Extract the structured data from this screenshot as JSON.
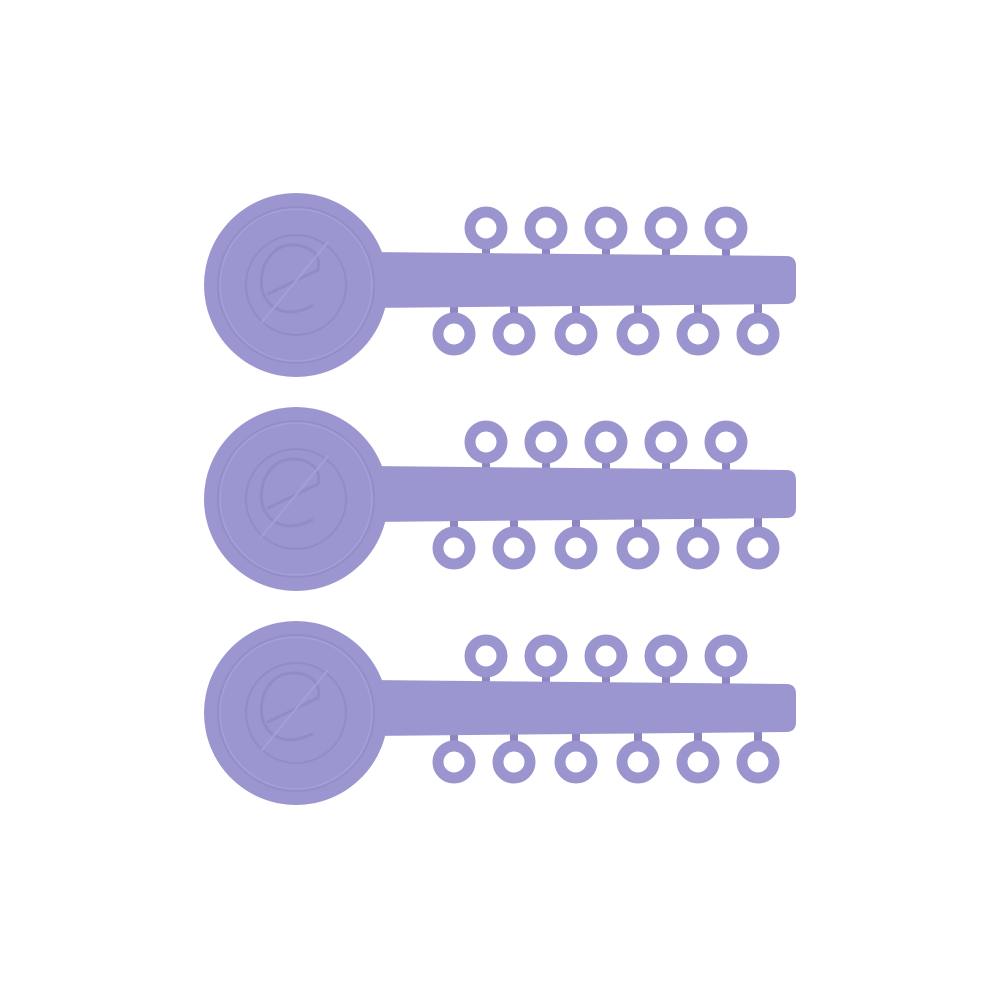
{
  "product": {
    "strip_count": 3,
    "top_rings_per_strip": 5,
    "bottom_rings_per_strip": 6,
    "colors": {
      "body": "#9b96cf",
      "ring_stroke": "#9a95ce",
      "emboss_light": "#aaa5d8",
      "emboss_dark": "#8c87c2",
      "background": "#ffffff"
    },
    "logo_icon": "circle-e-logo-icon"
  }
}
